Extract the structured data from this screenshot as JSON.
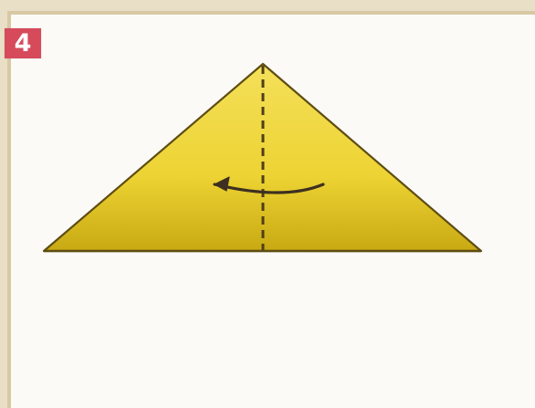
{
  "step": {
    "number": "4"
  },
  "diagram": {
    "paper_color": "#efd834",
    "paper_shade_color": "#c7a913",
    "edge_color": "#5e4d12",
    "fold_line_color": "#4f3f18",
    "arrow_color": "#3d3020",
    "frame_color": "#d8c9a4",
    "background_color": "#fbfaf7",
    "badge_color": "#d64a5b",
    "fold_line_style": "dashed",
    "arrow_direction": "left"
  }
}
